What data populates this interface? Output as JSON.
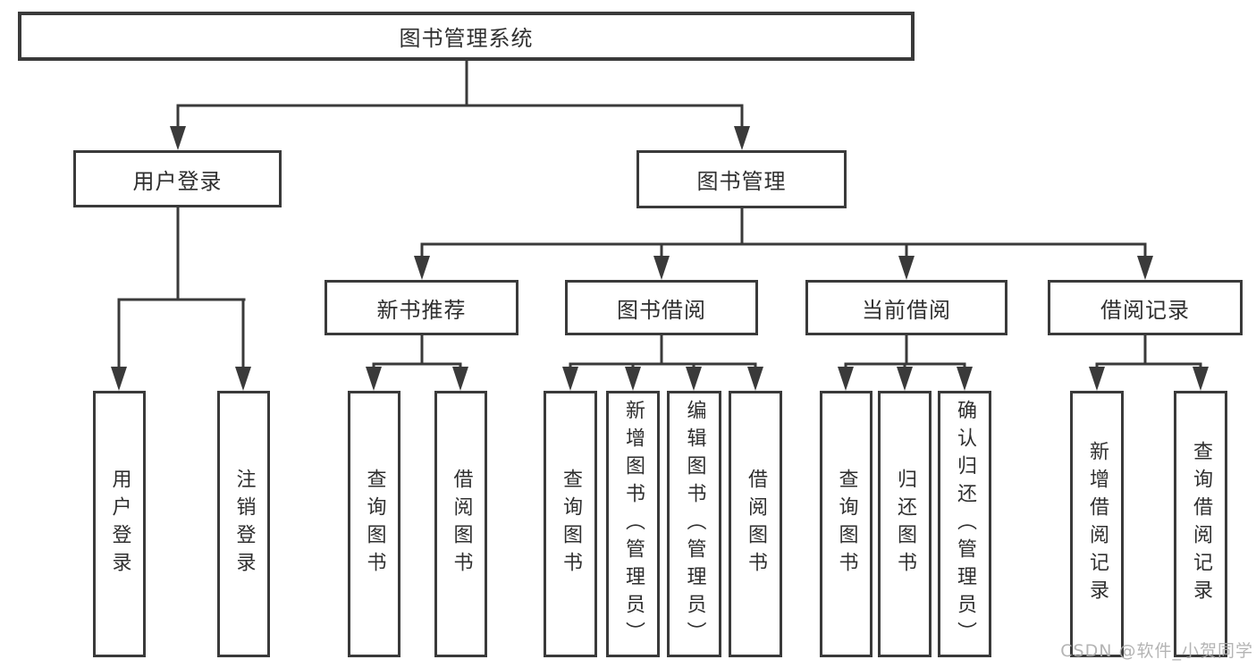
{
  "colors": {
    "line": "#3a3a3a",
    "box_border": "#3a3a3a",
    "box_fill": "#ffffff",
    "text": "#2f2f2f",
    "watermark": "#aeaeae",
    "background": "#ffffff"
  },
  "tree": {
    "root": {
      "label": "图书管理系统"
    },
    "branches": [
      {
        "label": "用户登录",
        "leaves": [
          {
            "label": "用户登录"
          },
          {
            "label": "注销登录"
          }
        ]
      },
      {
        "label": "图书管理",
        "groups": [
          {
            "label": "新书推荐",
            "leaves": [
              {
                "label": "查询图书"
              },
              {
                "label": "借阅图书"
              }
            ]
          },
          {
            "label": "图书借阅",
            "leaves": [
              {
                "label": "查询图书"
              },
              {
                "label": "新增图书（管理员）"
              },
              {
                "label": "编辑图书（管理员）"
              },
              {
                "label": "借阅图书"
              }
            ]
          },
          {
            "label": "当前借阅",
            "leaves": [
              {
                "label": "查询图书"
              },
              {
                "label": "归还图书"
              },
              {
                "label": "确认归还（管理员）"
              }
            ]
          },
          {
            "label": "借阅记录",
            "leaves": [
              {
                "label": "新增借阅记录"
              },
              {
                "label": "查询借阅记录"
              }
            ]
          }
        ]
      }
    ]
  },
  "watermark": {
    "text": "CSDN @软件_小贺同学"
  }
}
